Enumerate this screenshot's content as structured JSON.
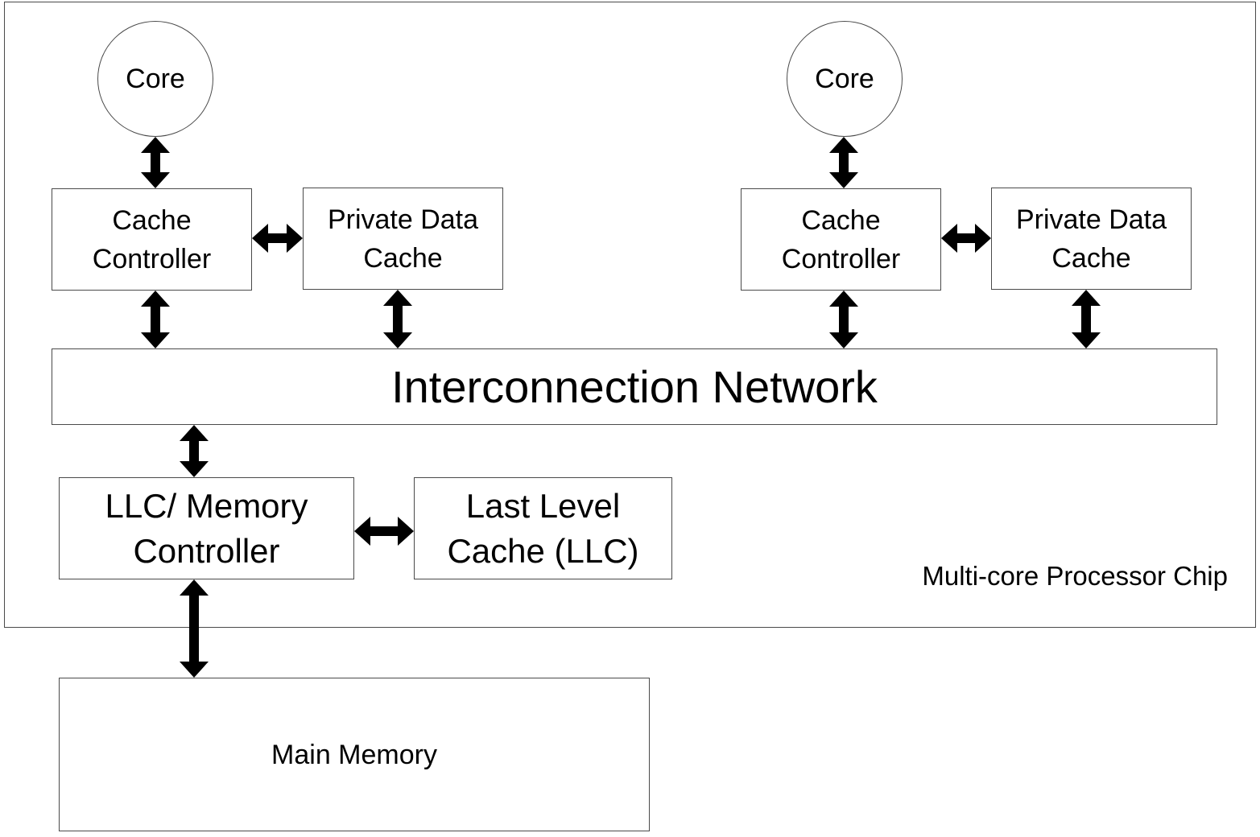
{
  "chip": {
    "label": "Multi-core Processor Chip"
  },
  "cores": [
    {
      "core_label": "Core",
      "cache_controller_label": "Cache\nController",
      "private_cache_label": "Private Data\nCache"
    },
    {
      "core_label": "Core",
      "cache_controller_label": "Cache\nController",
      "private_cache_label": "Private Data\nCache"
    }
  ],
  "interconnect": {
    "label": "Interconnection Network"
  },
  "llc_controller": {
    "label": "LLC/ Memory\nController"
  },
  "llc": {
    "label": "Last Level\nCache (LLC)"
  },
  "main_memory": {
    "label": "Main Memory"
  },
  "colors": {
    "stroke": "#4a4a4a",
    "arrow": "#000000",
    "fill": "#ffffff"
  }
}
